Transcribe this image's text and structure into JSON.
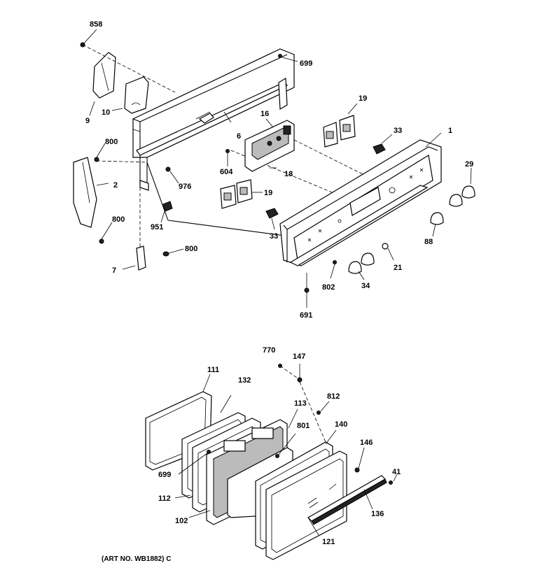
{
  "diagram": {
    "art_number": "(ART NO. WB1882) C",
    "callouts": {
      "c858": "858",
      "c699_top": "699",
      "c9": "9",
      "c10": "10",
      "c19_top": "19",
      "c16": "16",
      "c6": "6",
      "c33_top": "33",
      "c1": "1",
      "c800_a": "800",
      "c604": "604",
      "c18": "18",
      "c29": "29",
      "c2": "2",
      "c976": "976",
      "c19_mid": "19",
      "c800_b": "800",
      "c951": "951",
      "c33_mid": "33",
      "c88": "88",
      "c7": "7",
      "c800_c": "800",
      "c21": "21",
      "c34": "34",
      "c802": "802",
      "c691": "691",
      "c770": "770",
      "c147": "147",
      "c111": "111",
      "c132": "132",
      "c812": "812",
      "c113": "113",
      "c801": "801",
      "c140": "140",
      "c146": "146",
      "c699_bot": "699",
      "c41": "41",
      "c112": "112",
      "c136": "136",
      "c102": "102",
      "c121": "121"
    }
  }
}
